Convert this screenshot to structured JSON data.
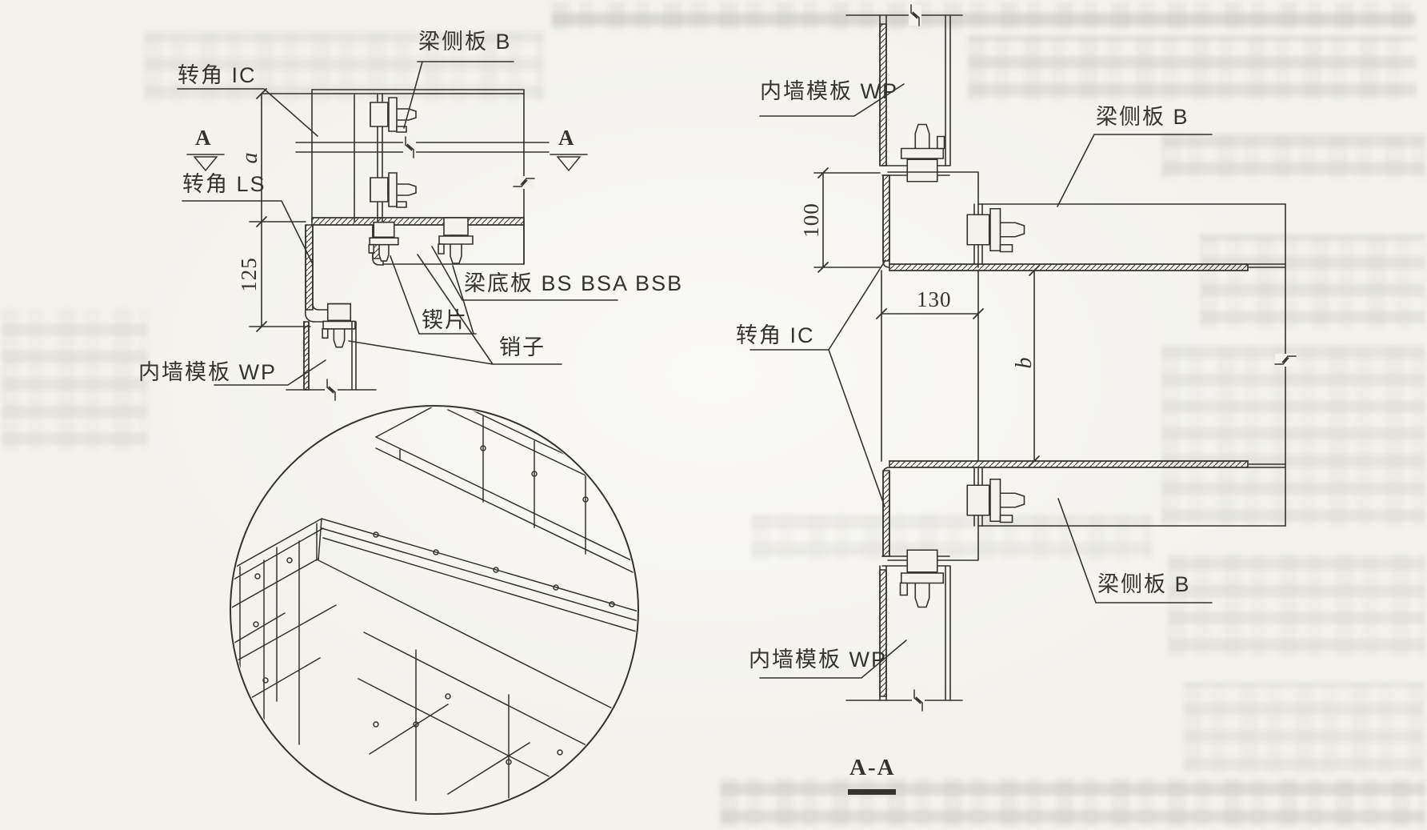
{
  "page": {
    "type": "scanned technical drawing (construction formwork detail)",
    "language": "zh-CN"
  },
  "colors": {
    "ink": "#35332e",
    "paper": "#f3f2ed"
  },
  "left_elevation": {
    "corner_ic": "转角 IC",
    "beam_side_b": "梁侧板 B",
    "section_a": "A",
    "corner_ls": "转角 LS",
    "dim_a": "a",
    "dim_125": "125",
    "beam_bottom": "梁底板 BS BSA BSB",
    "wedge_piece": "锲片",
    "pin": "销子",
    "wall_form_wp": "内墙模板 WP"
  },
  "right_section": {
    "wall_form_wp_top": "内墙模板 WP",
    "beam_side_b_top": "梁侧板 B",
    "dim_100": "100",
    "dim_130": "130",
    "corner_ic": "转角 IC",
    "dim_b": "b",
    "beam_side_b_bottom": "梁侧板 B",
    "wall_form_wp_bottom": "内墙模板 WP",
    "section_title": "A-A"
  }
}
